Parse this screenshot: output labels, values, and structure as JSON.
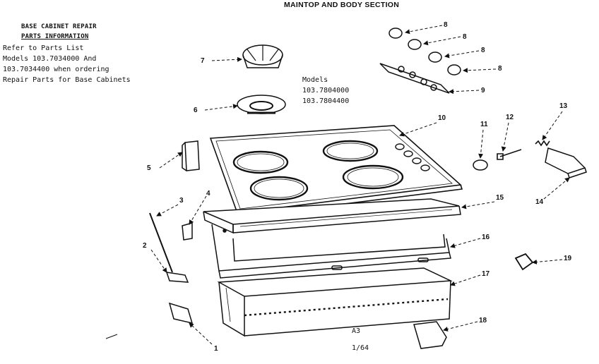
{
  "title": "MAINTOP AND BODY SECTION",
  "info": {
    "heading1": "BASE CABINET REPAIR",
    "heading2": "PARTS INFORMATION",
    "lines": [
      "Refer to Parts List",
      "Models 103.7034000 And",
      "103.7034400 when ordering",
      "Repair Parts for Base Cabinets"
    ]
  },
  "models": {
    "label": "Models",
    "numbers": [
      "103.7804000",
      "103.7804400"
    ]
  },
  "footer": {
    "page_code": "A3",
    "date": "1/64"
  },
  "callouts": [
    {
      "key": "c1",
      "label": "1"
    },
    {
      "key": "c2",
      "label": "2"
    },
    {
      "key": "c3",
      "label": "3"
    },
    {
      "key": "c4",
      "label": "4"
    },
    {
      "key": "c5",
      "label": "5"
    },
    {
      "key": "c6",
      "label": "6"
    },
    {
      "key": "c7",
      "label": "7"
    },
    {
      "key": "c8a",
      "label": "8"
    },
    {
      "key": "c8b",
      "label": "8"
    },
    {
      "key": "c8c",
      "label": "8"
    },
    {
      "key": "c8d",
      "label": "8"
    },
    {
      "key": "c9",
      "label": "9"
    },
    {
      "key": "c10",
      "label": "10"
    },
    {
      "key": "c11",
      "label": "11"
    },
    {
      "key": "c12",
      "label": "12"
    },
    {
      "key": "c13",
      "label": "13"
    },
    {
      "key": "c14",
      "label": "14"
    },
    {
      "key": "c15",
      "label": "15"
    },
    {
      "key": "c16",
      "label": "16"
    },
    {
      "key": "c17",
      "label": "17"
    },
    {
      "key": "c18",
      "label": "18"
    },
    {
      "key": "c19",
      "label": "19"
    }
  ]
}
